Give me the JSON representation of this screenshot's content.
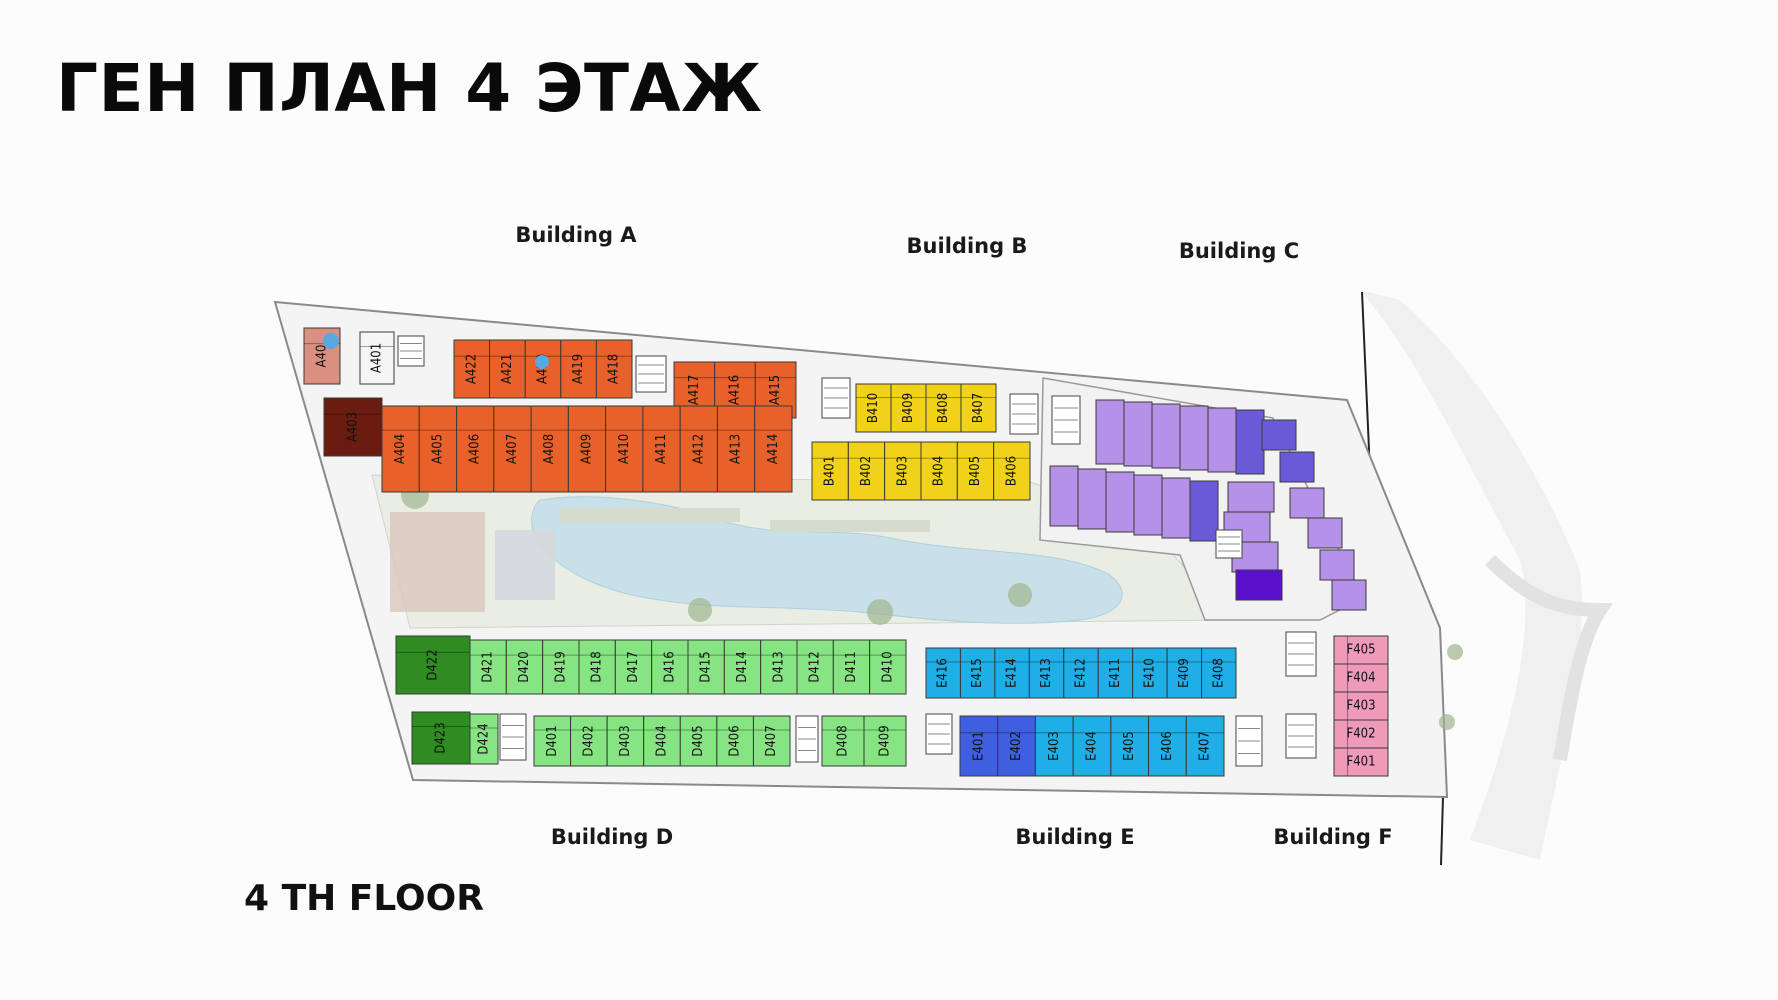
{
  "title": "ГЕН ПЛАН 4 ЭТАЖ",
  "floor_label": "4 TH FLOOR",
  "colors": {
    "building_a": "#e8602a",
    "building_a_corner": "#6b1c10",
    "building_a_light": "#d99080",
    "building_b": "#f2d218",
    "building_c": "#b592e8",
    "building_c_dark": "#6a5ad8",
    "building_c_deep": "#5a10c8",
    "building_d": "#86e582",
    "building_d_dark": "#2e8c22",
    "building_e": "#1faee6",
    "building_e_dark": "#3f5fe0",
    "building_f": "#ee9ab8",
    "pool": "#c7e1ec",
    "garden": "#e6eadf"
  },
  "buildings": [
    {
      "label": "Building A"
    },
    {
      "label": "Building B"
    },
    {
      "label": "Building C"
    },
    {
      "label": "Building D"
    },
    {
      "label": "Building E"
    },
    {
      "label": "Building F"
    }
  ],
  "units": {
    "a_top": [
      "A40",
      "A401",
      "A422",
      "A421",
      "A420",
      "A419",
      "A418",
      "A417",
      "A416",
      "A415"
    ],
    "a_bottom": [
      "A403",
      "A404",
      "A405",
      "A406",
      "A407",
      "A408",
      "A409",
      "A410",
      "A411",
      "A412",
      "A413",
      "A414"
    ],
    "b_top": [
      "B410",
      "B409",
      "B408",
      "B407"
    ],
    "b_bottom": [
      "B401",
      "B402",
      "B403",
      "B404",
      "B405",
      "B406"
    ],
    "d_top": [
      "D422",
      "D421",
      "D420",
      "D419",
      "D418",
      "D417",
      "D416",
      "D415",
      "D414",
      "D413",
      "D412",
      "D411",
      "D410"
    ],
    "d_bottom": [
      "D423",
      "D424",
      "D401",
      "D402",
      "D403",
      "D404",
      "D405",
      "D406",
      "D407",
      "D408",
      "D409"
    ],
    "e_top": [
      "E416",
      "E415",
      "E414",
      "E413",
      "E412",
      "E411",
      "E410",
      "E409",
      "E408"
    ],
    "e_bottom": [
      "E401",
      "E402",
      "E403",
      "E404",
      "E405",
      "E406",
      "E407"
    ],
    "f": [
      "F405",
      "F404",
      "F403",
      "F402",
      "F401"
    ]
  }
}
